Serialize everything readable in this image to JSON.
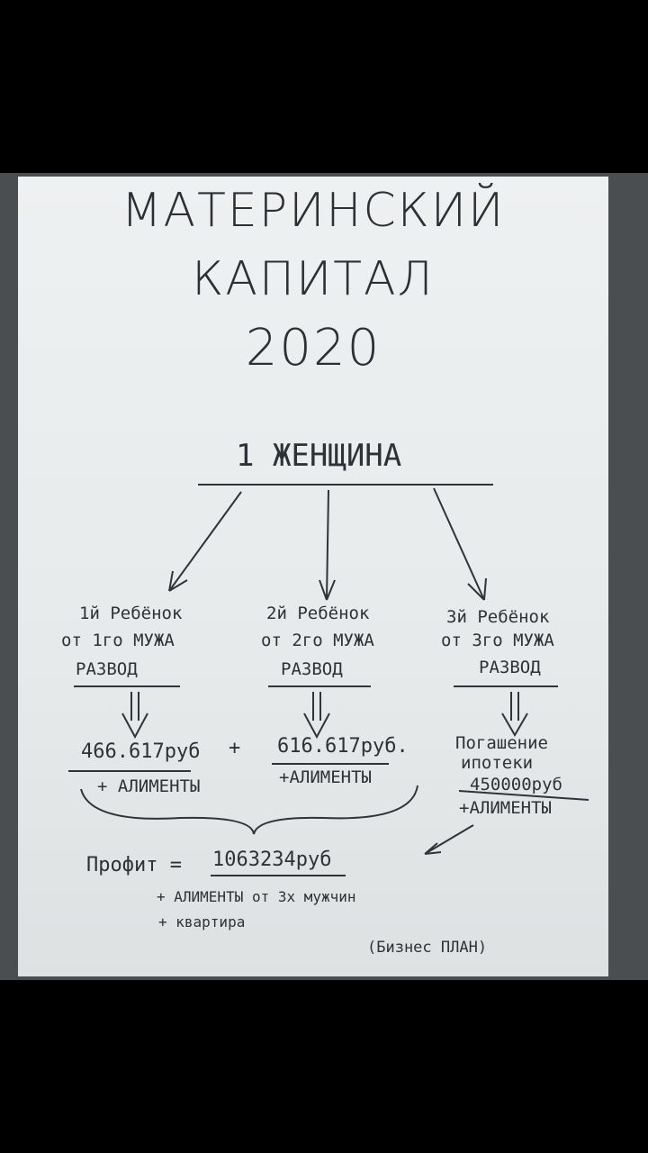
{
  "title": {
    "line1": "МАТЕРИНСКИЙ",
    "line2": "КАПИТАЛ",
    "line3": "2020"
  },
  "root": "1 ЖЕНЩИНА",
  "branches": [
    {
      "child": "1й Ребёнок",
      "husband": "от 1го МУЖА",
      "event": "РАЗВОД",
      "amount": "466.617руб",
      "extra": "+ АЛИМЕНТЫ"
    },
    {
      "child": "2й Ребёнок",
      "husband": "от 2го МУЖА",
      "event": "РАЗВОД",
      "amount": "616.617руб.",
      "extra": "+АЛИМЕНТЫ"
    },
    {
      "child": "3й Ребёнок",
      "husband": "от 3го МУЖА",
      "event": "РАЗВОД",
      "amount_label1": "Погашение",
      "amount_label2": "ипотеки",
      "amount": "450000руб",
      "extra": "+АЛИМЕНТЫ"
    }
  ],
  "plus": "+",
  "profit": {
    "label": "Профит =",
    "value": "1063234руб",
    "line1": "+ АЛИМЕНТЫ от 3х мужчин",
    "line2": "+ квартира"
  },
  "note": "(Бизнес ПЛАН)"
}
